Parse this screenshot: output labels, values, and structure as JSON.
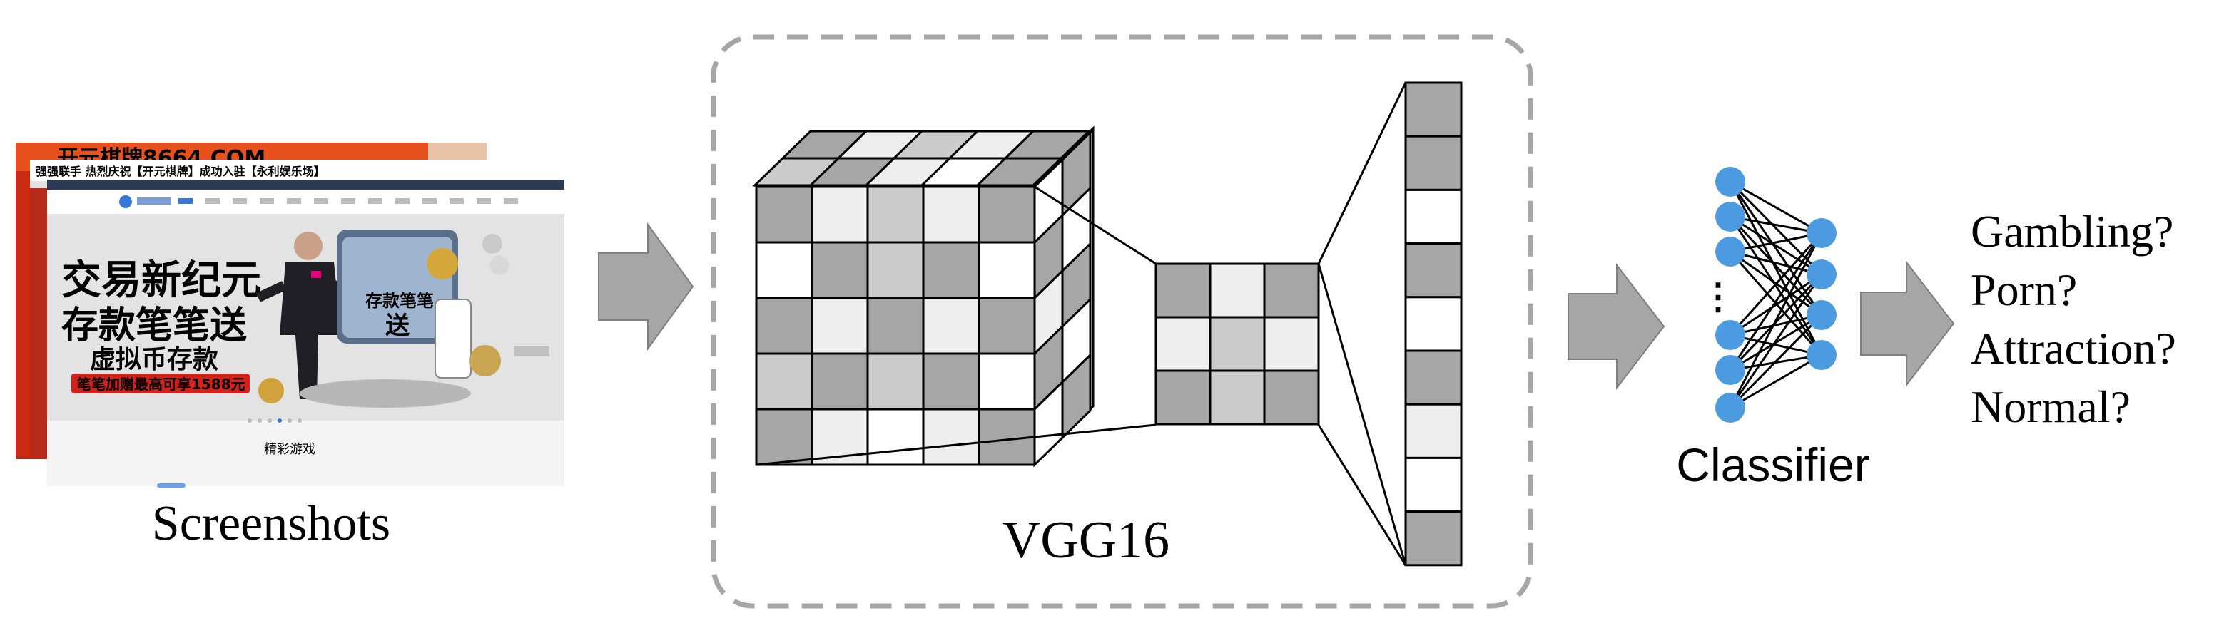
{
  "labels": {
    "screenshots": "Screenshots",
    "vgg": "VGG16",
    "classifier": "Classifier",
    "ellipsis": "⋮"
  },
  "outputs": [
    "Gambling?",
    "Porn?",
    "Attraction?",
    "Normal?"
  ],
  "screenshot_text": {
    "back_banner": "开元棋牌8664.COM",
    "mid_bar": "强强联手 热烈庆祝【开元棋牌】成功入驻【永利娱乐场】",
    "headline1": "交易新纪元",
    "headline2": "存款笔笔送",
    "subline": "虚拟币存款",
    "promo": "笔笔加赠最高可享1588元",
    "card_line1": "存款笔笔",
    "card_line2": "送",
    "section": "精彩游戏"
  },
  "colors": {
    "arrow": "#a6a6a6",
    "arrow_stroke": "#7f7f7f",
    "dashed_box": "#a6a6a6",
    "node": "#4c9be0",
    "cell_dark": "#a6a6a6",
    "cell_mid": "#cccccc",
    "cell_light": "#eeeeee",
    "cell_white": "#ffffff"
  }
}
